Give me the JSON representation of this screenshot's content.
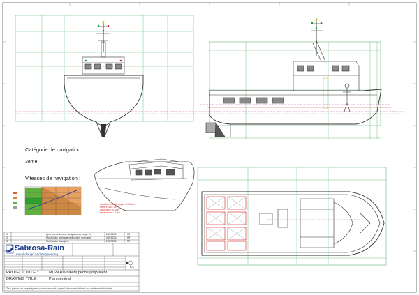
{
  "labels": {
    "category_title": "Catégorie de navigation :",
    "category_value": "3ème",
    "speeds_title": "Vitesses de navigation :"
  },
  "logo": {
    "brand": "Sabrosa-Rain",
    "tagline": "naval design and engineering"
  },
  "title_block": {
    "project_label": "PROJECT TITLE :",
    "project_value": "MUZARD-navire pêche polyvalent",
    "drawing_label": "DRAWING TITLE :",
    "drawing_value": "Plan général",
    "disclaimer": "This plan is our property and cannot be used, copied, disclosed without our written authorization.",
    "revisions": [
      {
        "rev": "03",
        "desc": "ajout bateau annexe, navigation sur coque Ed",
        "date": "28/03/2014",
        "by": "FR"
      },
      {
        "rev": "02",
        "desc": "Modification aménagement pont et roulement",
        "date": "06/03/2014",
        "by": "FR"
      },
      {
        "rev": "01",
        "desc": "Modification description",
        "date": "26/02/2014",
        "by": "FR"
      }
    ],
    "page_no": "E/1"
  },
  "notes": {
    "red_lines": [
      "stabilité / solidité coque : 1000kN",
      "tirant d'eau : 2m",
      "franc-bord : 0,80m",
      "espacement : 1,5m"
    ]
  },
  "colors": {
    "line": "#3a3a3a",
    "green": "#1a9a3a",
    "pink": "#c05090",
    "red": "#d02020",
    "orange": "#e07030"
  }
}
